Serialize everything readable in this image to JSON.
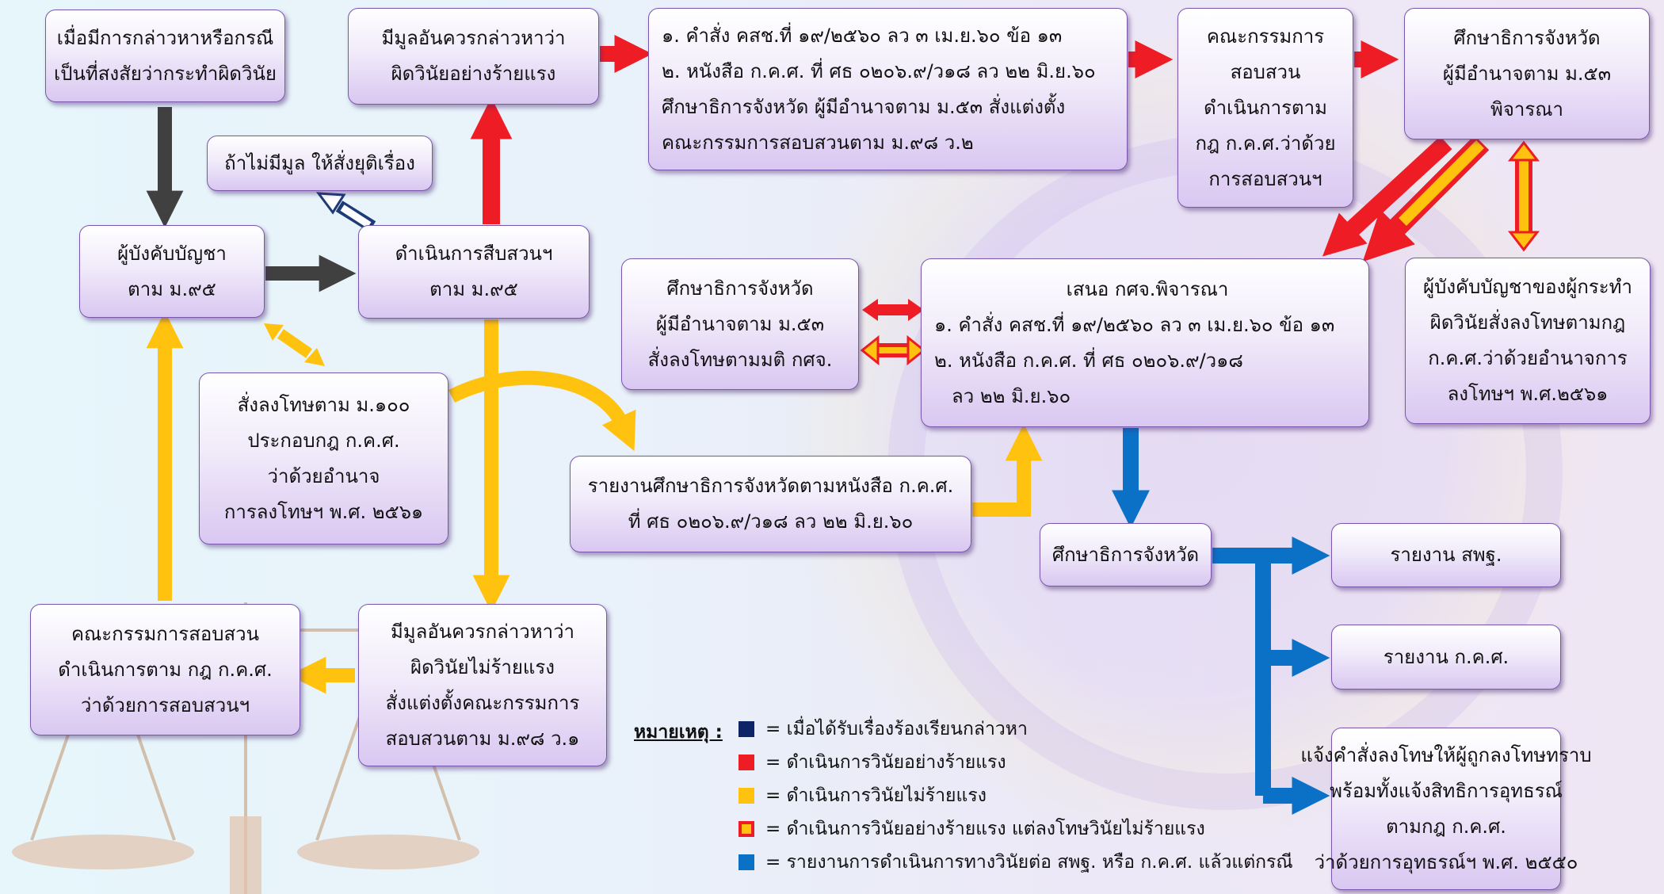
{
  "diagram": {
    "boxes": {
      "b1": [
        "เมื่อมีการกล่าวหาหรือกรณี",
        "เป็นที่สงสัยว่ากระทำผิดวินัย"
      ],
      "b2": [
        "มีมูลอันควรกล่าวหาว่า",
        "ผิดวินัยอย่างร้ายแรง"
      ],
      "b3": [
        "๑. คำสั่ง คสช.ที่ ๑๙/๒๕๖๐ ลว ๓ เม.ย.๖๐ ข้อ ๑๓",
        "๒. หนังสือ ก.ค.ศ. ที่ ศธ ๐๒๐๖.๙/ว๑๘ ลว ๒๒ มิ.ย.๖๐",
        "ศึกษาธิการจังหวัด ผู้มีอำนาจตาม ม.๕๓ สั่งแต่งตั้ง",
        "คณะกรรมการสอบสวนตาม ม.๙๘ ว.๒"
      ],
      "b4": [
        "คณะกรรมการ",
        "สอบสวน",
        "ดำเนินการตาม",
        "กฎ ก.ค.ศ.ว่าด้วย",
        "การสอบสวนฯ"
      ],
      "b5": [
        "ศึกษาธิการจังหวัด",
        "ผู้มีอำนาจตาม ม.๕๓",
        "พิจารณา"
      ],
      "b6": [
        "ถ้าไม่มีมูล ให้สั่งยุติเรื่อง"
      ],
      "b7": [
        "ผู้บังคับบัญชา",
        "ตาม ม.๙๕"
      ],
      "b8": [
        "ดำเนินการสืบสวนฯ",
        "ตาม ม.๙๕"
      ],
      "b9": [
        "ศึกษาธิการจังหวัด",
        "ผู้มีอำนาจตาม ม.๕๓",
        "สั่งลงโทษตามมติ กศจ."
      ],
      "b10": [
        "เสนอ กศจ.พิจารณา",
        "๑. คำสั่ง คสช.ที่ ๑๙/๒๕๖๐ ลว ๓ เม.ย.๖๐ ข้อ ๑๓",
        "๒. หนังสือ ก.ค.ศ. ที่ ศธ ๐๒๐๖.๙/ว๑๘",
        "ลว ๒๒ มิ.ย.๖๐"
      ],
      "b11": [
        "ผู้บังคับบัญชาของผู้กระทำ",
        "ผิดวินัยสั่งลงโทษตามกฎ",
        "ก.ค.ศ.ว่าด้วยอำนาจการ",
        "ลงโทษฯ พ.ศ.๒๕๖๑"
      ],
      "b12": [
        "สั่งลงโทษตาม ม.๑๐๐",
        "ประกอบกฎ ก.ค.ศ.",
        "ว่าด้วยอำนาจ",
        "การลงโทษฯ พ.ศ. ๒๕๖๑"
      ],
      "b13": [
        "รายงานศึกษาธิการจังหวัดตามหนังสือ ก.ค.ศ.",
        "ที่ ศธ ๐๒๐๖.๙/ว๑๘ ลว ๒๒ มิ.ย.๖๐"
      ],
      "b14": [
        "ศึกษาธิการจังหวัด"
      ],
      "b15": [
        "รายงาน สพฐ."
      ],
      "b16": [
        "รายงาน ก.ค.ศ."
      ],
      "b17": [
        "คณะกรรมการสอบสวน",
        "ดำเนินการตาม กฎ ก.ค.ศ.",
        "ว่าด้วยการสอบสวนฯ"
      ],
      "b18": [
        "มีมูลอันควรกล่าวหาว่า",
        "ผิดวินัยไม่ร้ายแรง",
        "สั่งแต่งตั้งคณะกรรมการ",
        "สอบสวนตาม ม.๙๘ ว.๑"
      ],
      "b19": [
        "แจ้งคำสั่งลงโทษให้ผู้ถูกลงโทษทราบ",
        "พร้อมทั้งแจ้งสิทธิการอุทธรณ์",
        "ตามกฎ ก.ค.ศ.",
        "ว่าด้วยการอุทธรณ์ฯ พ.ศ. ๒๕๕๐"
      ]
    },
    "colors": {
      "navy": "#0d2466",
      "red": "#ee1c25",
      "yellow": "#ffc20e",
      "yellow_red_border": "#ee1c25",
      "blue": "#0b71c7",
      "gray": "#404040"
    }
  },
  "legend": {
    "title": "หมายเหตุ :",
    "items": [
      {
        "label": "= เมื่อได้รับเรื่องร้องเรียนกล่าวหา",
        "color": "#0d2466"
      },
      {
        "label": "= ดำเนินการวินัยอย่างร้ายแรง",
        "color": "#ee1c25"
      },
      {
        "label": "= ดำเนินการวินัยไม่ร้ายแรง",
        "color": "#ffc20e"
      },
      {
        "label": "= ดำเนินการวินัยอย่างร้ายแรง แต่ลงโทษวินัยไม่ร้ายแรง",
        "color": "#ffc20e",
        "border": "#ee1c25"
      },
      {
        "label": "= รายงานการดำเนินการทางวินัยต่อ สพฐ. หรือ ก.ค.ศ. แล้วแต่กรณี",
        "color": "#0b71c7"
      }
    ]
  }
}
